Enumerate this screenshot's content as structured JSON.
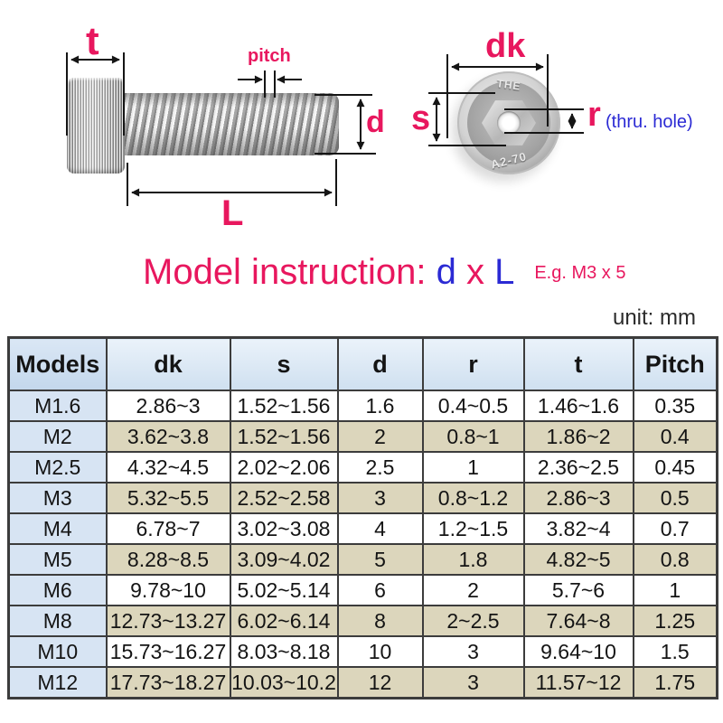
{
  "colors": {
    "accent_pink": "#e8175e",
    "accent_blue": "#2b2ad4",
    "header_bg": "#cfe0f0",
    "models_bg": "#d7e4f3",
    "alt_row_bg": "#dcd6bc",
    "table_border": "#3c3c3c"
  },
  "diagram": {
    "side_view": {
      "labels": {
        "t": "t",
        "pitch": "pitch",
        "d": "d",
        "L": "L"
      }
    },
    "top_view": {
      "labels": {
        "dk": "dk",
        "s": "s",
        "r": "r",
        "thru_hole": "(thru. hole)"
      },
      "stamps": {
        "top": "THE",
        "bottom": "A2-70"
      }
    }
  },
  "instruction": {
    "prefix": "Model instruction: ",
    "d": "d",
    "x": " x ",
    "L": "L",
    "example": "E.g. M3 x 5"
  },
  "unit_label": "unit: mm",
  "table": {
    "headers": [
      "Models",
      "dk",
      "s",
      "d",
      "r",
      "t",
      "Pitch"
    ],
    "rows": [
      [
        "M1.6",
        "2.86~3",
        "1.52~1.56",
        "1.6",
        "0.4~0.5",
        "1.46~1.6",
        "0.35"
      ],
      [
        "M2",
        "3.62~3.8",
        "1.52~1.56",
        "2",
        "0.8~1",
        "1.86~2",
        "0.4"
      ],
      [
        "M2.5",
        "4.32~4.5",
        "2.02~2.06",
        "2.5",
        "1",
        "2.36~2.5",
        "0.45"
      ],
      [
        "M3",
        "5.32~5.5",
        "2.52~2.58",
        "3",
        "0.8~1.2",
        "2.86~3",
        "0.5"
      ],
      [
        "M4",
        "6.78~7",
        "3.02~3.08",
        "4",
        "1.2~1.5",
        "3.82~4",
        "0.7"
      ],
      [
        "M5",
        "8.28~8.5",
        "3.09~4.02",
        "5",
        "1.8",
        "4.82~5",
        "0.8"
      ],
      [
        "M6",
        "9.78~10",
        "5.02~5.14",
        "6",
        "2",
        "5.7~6",
        "1"
      ],
      [
        "M8",
        "12.73~13.27",
        "6.02~6.14",
        "8",
        "2~2.5",
        "7.64~8",
        "1.25"
      ],
      [
        "M10",
        "15.73~16.27",
        "8.03~8.18",
        "10",
        "3",
        "9.64~10",
        "1.5"
      ],
      [
        "M12",
        "17.73~18.27",
        "10.03~10.2",
        "12",
        "3",
        "11.57~12",
        "1.75"
      ]
    ]
  }
}
